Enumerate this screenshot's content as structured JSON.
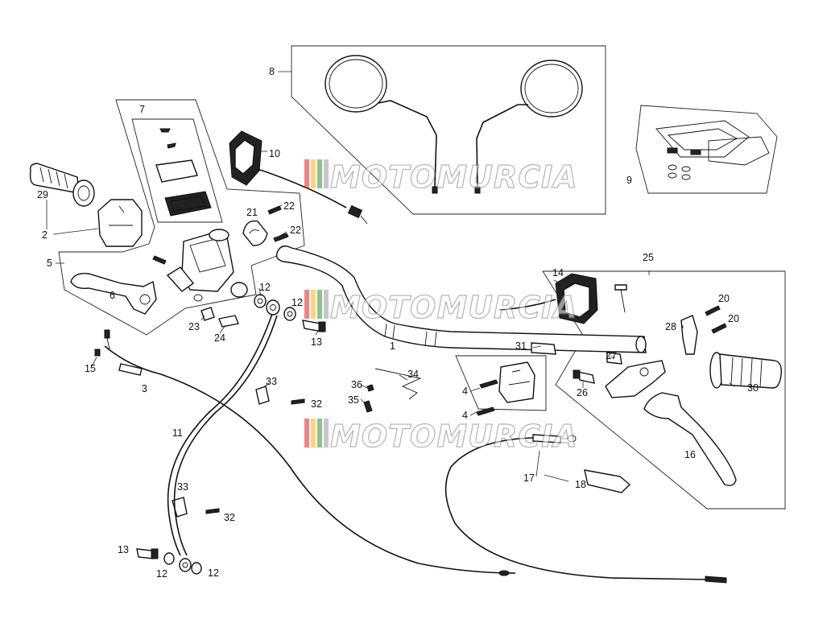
{
  "watermark": {
    "text": "MOTOMURCIA",
    "colors": [
      "#e2211c",
      "#f6b21a",
      "#2f8f3a",
      "#9a9a9a"
    ]
  },
  "callouts": [
    {
      "id": "p8",
      "text": "8"
    },
    {
      "id": "p7",
      "text": "7"
    },
    {
      "id": "p10",
      "text": "10"
    },
    {
      "id": "p9",
      "text": "9"
    },
    {
      "id": "p29",
      "text": "29"
    },
    {
      "id": "p2",
      "text": "2"
    },
    {
      "id": "p21",
      "text": "21"
    },
    {
      "id": "p22a",
      "text": "22"
    },
    {
      "id": "p22b",
      "text": "22"
    },
    {
      "id": "p5",
      "text": "5"
    },
    {
      "id": "p6",
      "text": "6"
    },
    {
      "id": "p12a",
      "text": "12"
    },
    {
      "id": "p12b",
      "text": "12"
    },
    {
      "id": "p23",
      "text": "23"
    },
    {
      "id": "p24",
      "text": "24"
    },
    {
      "id": "p13a",
      "text": "13"
    },
    {
      "id": "p14",
      "text": "14"
    },
    {
      "id": "p25",
      "text": "25"
    },
    {
      "id": "p20a",
      "text": "20"
    },
    {
      "id": "p20b",
      "text": "20"
    },
    {
      "id": "p28",
      "text": "28"
    },
    {
      "id": "p1",
      "text": "1"
    },
    {
      "id": "p31",
      "text": "31"
    },
    {
      "id": "p27",
      "text": "27"
    },
    {
      "id": "p15",
      "text": "15"
    },
    {
      "id": "p3",
      "text": "3"
    },
    {
      "id": "p34",
      "text": "34"
    },
    {
      "id": "p36",
      "text": "36"
    },
    {
      "id": "p35",
      "text": "35"
    },
    {
      "id": "p33a",
      "text": "33"
    },
    {
      "id": "p32a",
      "text": "32"
    },
    {
      "id": "p4a",
      "text": "4"
    },
    {
      "id": "p4b",
      "text": "4"
    },
    {
      "id": "p26",
      "text": "26"
    },
    {
      "id": "p30",
      "text": "30"
    },
    {
      "id": "p11",
      "text": "11"
    },
    {
      "id": "p16",
      "text": "16"
    },
    {
      "id": "p17",
      "text": "17"
    },
    {
      "id": "p18",
      "text": "18"
    },
    {
      "id": "p33b",
      "text": "33"
    },
    {
      "id": "p32b",
      "text": "32"
    },
    {
      "id": "p13b",
      "text": "13"
    },
    {
      "id": "p12c",
      "text": "12"
    },
    {
      "id": "p12d",
      "text": "12"
    }
  ]
}
